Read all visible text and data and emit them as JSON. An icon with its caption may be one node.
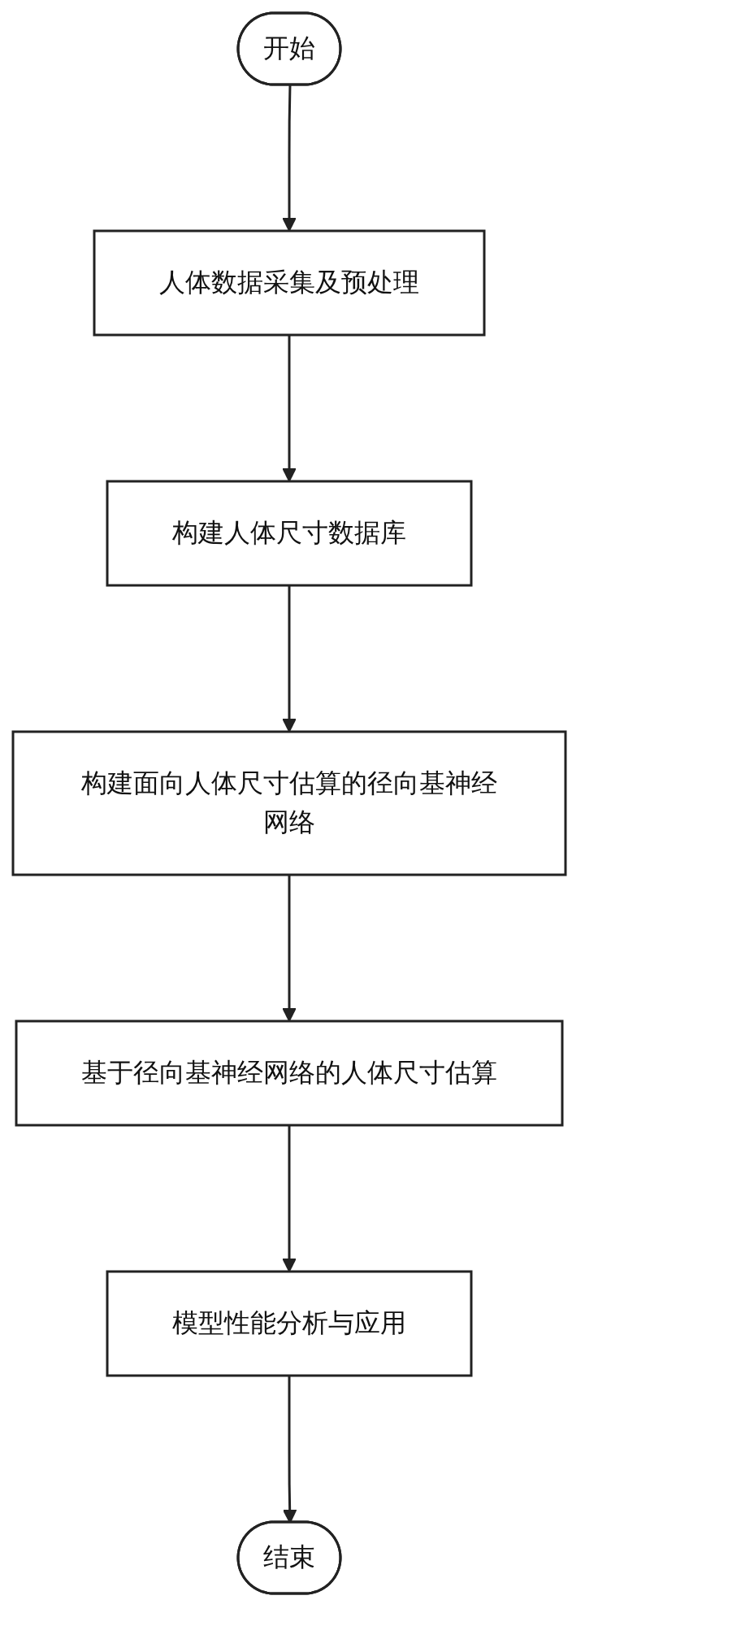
{
  "diagram": {
    "nodes": [
      {
        "text": [
          "开始"
        ]
      },
      {
        "text": [
          "人体数据采集及预处理"
        ]
      },
      {
        "text": [
          "构建人体尺寸数据库"
        ]
      },
      {
        "text": [
          "构建面向人体尺寸估算的径向基神经网络"
        ]
      },
      {
        "text": [
          "基于径向基神经网络的人体尺寸估算"
        ]
      },
      {
        "text": [
          "模型性能分析与应用"
        ]
      },
      {
        "text": [
          "结束"
        ]
      }
    ],
    "edges": [
      {
        "from": 0,
        "to": 1,
        "arrow": "to"
      },
      {
        "from": 1,
        "to": 2,
        "arrow": "to"
      },
      {
        "from": 2,
        "to": 3,
        "arrow": "to"
      },
      {
        "from": 3,
        "to": 4,
        "arrow": "to"
      },
      {
        "from": 4,
        "to": 5,
        "arrow": "to"
      },
      {
        "from": 5,
        "to": 6,
        "arrow": "to"
      }
    ]
  }
}
